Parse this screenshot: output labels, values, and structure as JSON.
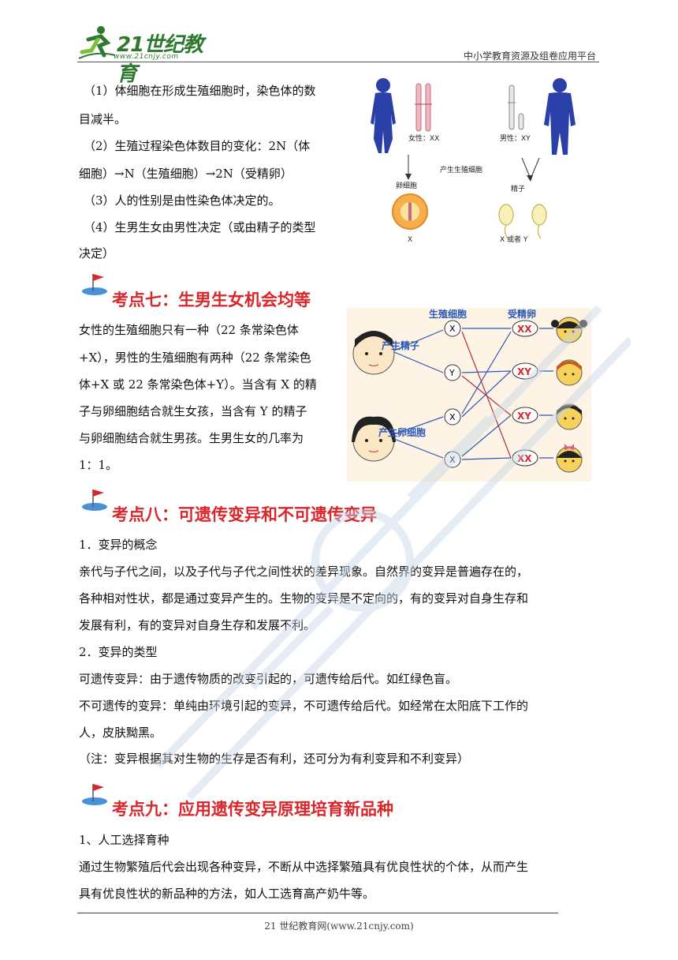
{
  "header": {
    "logo_text": "21世纪教育",
    "logo_sub": "www.21cnjy.com",
    "right": "中小学教育资源及组卷应用平台"
  },
  "section6": {
    "lines": [
      "（1）体细胞在形成生殖细胞时，染色体的数",
      "目减半。",
      "（2）生殖过程染色体数目的变化：2N（体",
      "细胞）→N（生殖细胞）→2N（受精卵）",
      "（3）人的性别是由性染色体决定的。",
      "（4）生男生女由男性决定（或由精子的类型",
      "决定）"
    ]
  },
  "figure1": {
    "female_label": "女性：XX",
    "male_label": "男性：XY",
    "middle_label": "产生生殖细胞",
    "egg_label": "卵细胞",
    "sperm_label": "精子",
    "egg_chrom": "X",
    "sperm_chrom": "X 或者 Y"
  },
  "section7": {
    "heading": "考点七：生男生女机会均等",
    "lines": [
      "女性的生殖细胞只有一种（22 条常染色体",
      "+X），男性的生殖细胞有两种（22 条常染色",
      "体+X 或 22 条常染色体+Y）。当含有 X 的精",
      "子与卵细胞结合就生女孩，当含有 Y 的精子",
      "与卵细胞结合就生男孩。生男生女的几率为",
      "1：1。"
    ]
  },
  "figure2": {
    "col1": "生殖细胞",
    "col2": "受精卵",
    "male_label": "产生精子",
    "female_label": "产生卵细胞",
    "gametes": [
      "X",
      "Y",
      "X",
      "X"
    ],
    "zygotes": [
      "XX",
      "XY",
      "XY",
      "XX"
    ]
  },
  "section8": {
    "heading": "考点八：可遗传变异和不可遗传变异",
    "lines": [
      "1．变异的概念",
      "亲代与子代之间，以及子代与子代之间性状的差异现象。自然界的变异是普遍存在的，",
      "各种相对性状，都是通过变异产生的。生物的变异是不定向的，有的变异对自身生存和",
      "发展有利，有的变异对自身生存和发展不利。",
      "2．变异的类型",
      "可遗传变异：由于遗传物质的改变引起的，可遗传给后代。如红绿色盲。",
      "不可遗传的变异：单纯由环境引起的变异，不可遗传给后代。如经常在太阳底下工作的",
      "人，皮肤黝黑。",
      "（注：变异根据其对生物的生存是否有利，还可分为有利变异和不利变异）"
    ]
  },
  "section9": {
    "heading": "考点九：应用遗传变异原理培育新品种",
    "lines": [
      "1、人工选择育种",
      "通过生物繁殖后代会出现各种变异，不断从中选择繁殖具有优良性状的个体，从而产生",
      "具有优良性状的新品种的方法，如人工选育高产奶牛等。"
    ]
  },
  "footer": {
    "text": "21 世纪教育网(www.21cnjy.com)"
  },
  "colors": {
    "heading_red": "#d8262b",
    "logo_green": "#2d7a2f",
    "figure_blue": "#2d57b8",
    "zygote_red": "#d8262b"
  }
}
